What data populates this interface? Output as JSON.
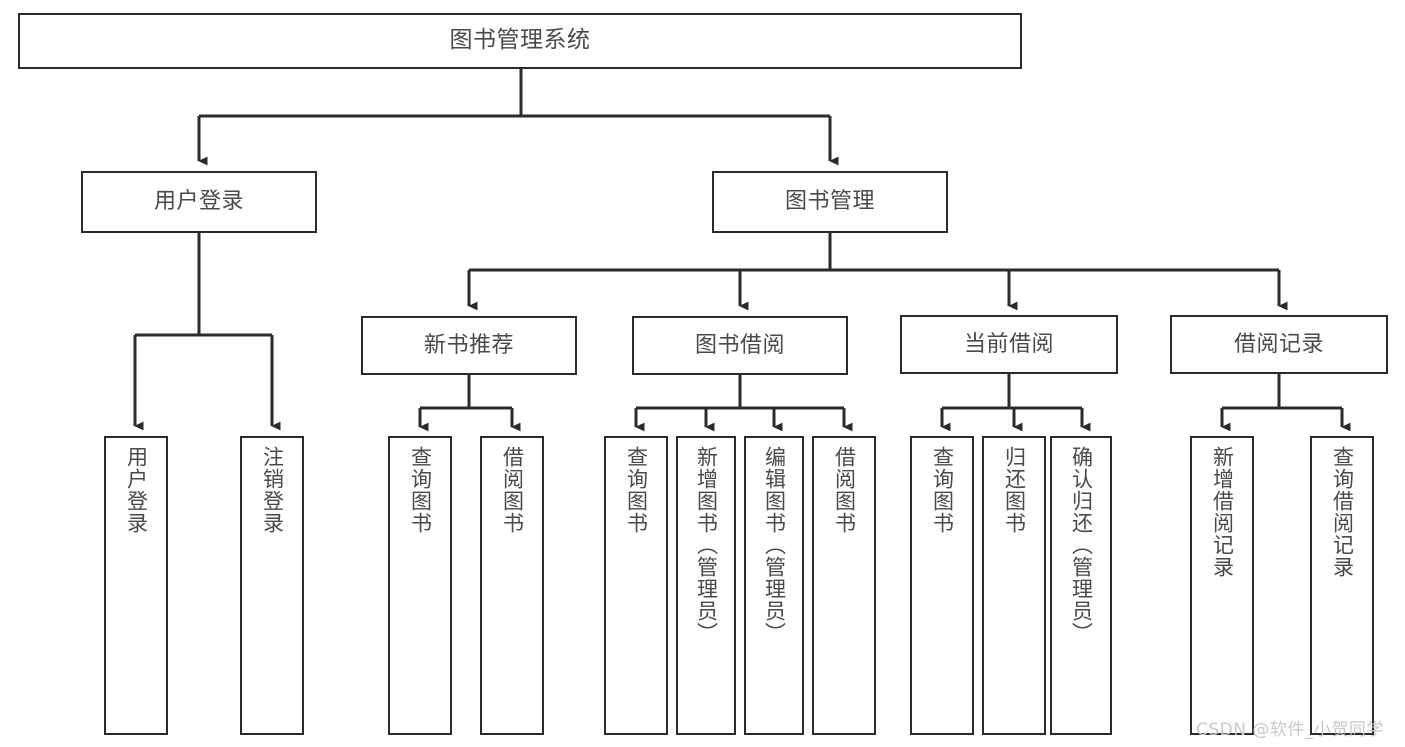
{
  "diagram": {
    "title": "图书管理系统",
    "watermark": "CSDN @软件_小贺同学",
    "line_color": "#2b2b2b",
    "box_fill": "#ffffff",
    "text_color": "#4a4a4a",
    "watermark_color": "#c9c9c9"
  },
  "nodes": {
    "root": {
      "label": "图书管理系统"
    },
    "level1": [
      {
        "label": "用户登录"
      },
      {
        "label": "图书管理"
      }
    ],
    "level2": [
      {
        "label": "新书推荐"
      },
      {
        "label": "图书借阅"
      },
      {
        "label": "当前借阅"
      },
      {
        "label": "借阅记录"
      }
    ],
    "leaves_user_login": [
      {
        "label": "用户登录"
      },
      {
        "label": "注销登录"
      }
    ],
    "leaves_new_book": [
      {
        "label": "查询图书"
      },
      {
        "label": "借阅图书"
      }
    ],
    "leaves_borrow": [
      {
        "label": "查询图书"
      },
      {
        "label": "新增图书（管理员）"
      },
      {
        "label": "编辑图书（管理员）"
      },
      {
        "label": "借阅图书"
      }
    ],
    "leaves_current": [
      {
        "label": "查询图书"
      },
      {
        "label": "归还图书"
      },
      {
        "label": "确认归还（管理员）"
      }
    ],
    "leaves_record": [
      {
        "label": "新增借阅记录"
      },
      {
        "label": "查询借阅记录"
      }
    ]
  },
  "chart_data": {
    "type": "tree-diagram",
    "title": "图书管理系统",
    "root": "图书管理系统",
    "hierarchy": [
      {
        "name": "用户登录",
        "children": [
          "用户登录",
          "注销登录"
        ]
      },
      {
        "name": "图书管理",
        "children": [
          {
            "name": "新书推荐",
            "children": [
              "查询图书",
              "借阅图书"
            ]
          },
          {
            "name": "图书借阅",
            "children": [
              "查询图书",
              "新增图书（管理员）",
              "编辑图书（管理员）",
              "借阅图书"
            ]
          },
          {
            "name": "当前借阅",
            "children": [
              "查询图书",
              "归还图书",
              "确认归还（管理员）"
            ]
          },
          {
            "name": "借阅记录",
            "children": [
              "新增借阅记录",
              "查询借阅记录"
            ]
          }
        ]
      }
    ]
  }
}
